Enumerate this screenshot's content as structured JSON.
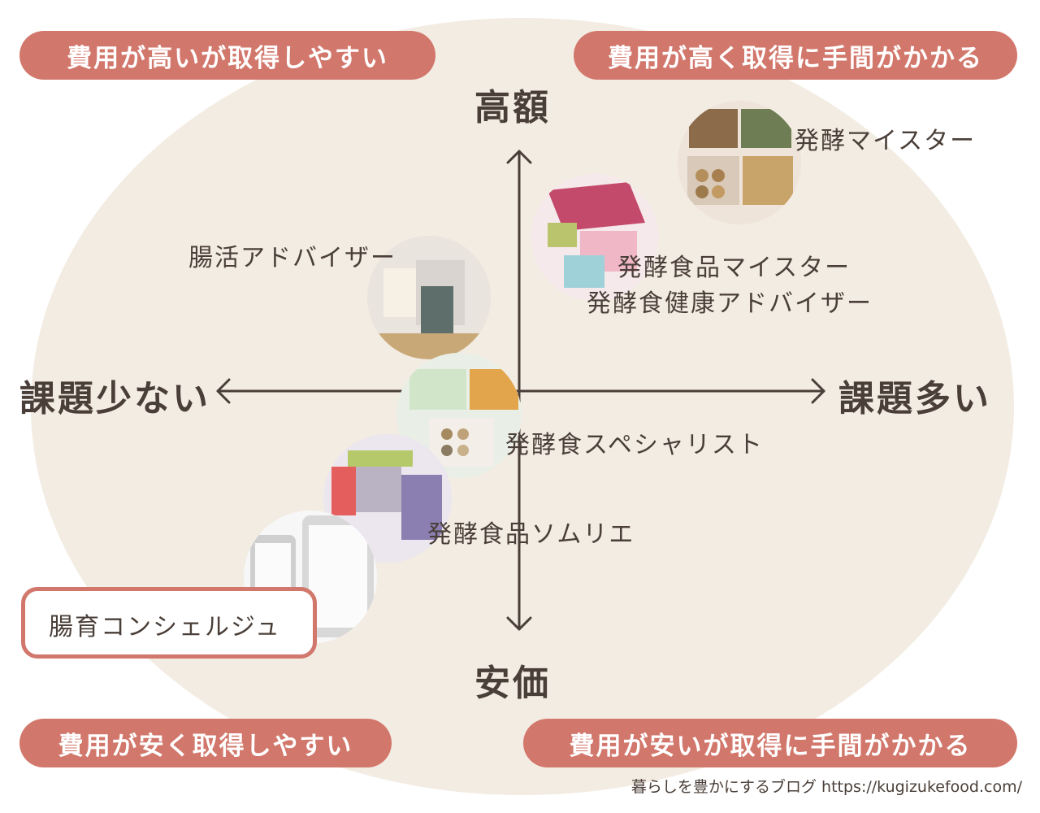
{
  "corners": {
    "top_left": "費用が高いが取得しやすい",
    "top_right": "費用が高く取得に手間がかかる",
    "bottom_left": "費用が安く取得しやすい",
    "bottom_right": "費用が安いが取得に手間がかかる"
  },
  "axes": {
    "top": "高額",
    "bottom": "安価",
    "left": "課題少ない",
    "right": "課題多い"
  },
  "certifications": {
    "hakko_meister": "発酵マイスター",
    "hakko_shokuhin_meister": "発酵食品マイスター",
    "hakkoshoku_kenko_adviser": "発酵食健康アドバイザー",
    "choukatsu_adviser": "腸活アドバイザー",
    "hakkoshoku_specialist": "発酵食スペシャリスト",
    "hakko_shokuhin_sommelier": "発酵食品ソムリエ",
    "chouiku_concierge": "腸育コンシェルジュ"
  },
  "footer": "暮らしを豊かにするブログ https://kugizukefood.com/",
  "colors": {
    "accent": "#d2776b",
    "background_ellipse": "#f3ece3",
    "text": "#4a3f38"
  }
}
